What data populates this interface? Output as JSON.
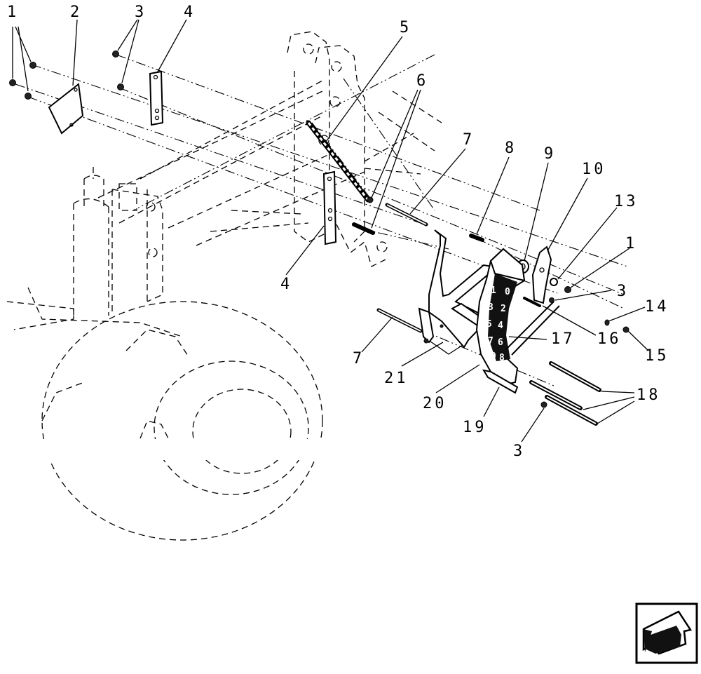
{
  "callouts": [
    {
      "id": "c1a",
      "label": "1"
    },
    {
      "id": "c2",
      "label": "2"
    },
    {
      "id": "c3a",
      "label": "3"
    },
    {
      "id": "c4a",
      "label": "4"
    },
    {
      "id": "c5",
      "label": "5"
    },
    {
      "id": "c6",
      "label": "6"
    },
    {
      "id": "c7a",
      "label": "7"
    },
    {
      "id": "c8",
      "label": "8"
    },
    {
      "id": "c9",
      "label": "9"
    },
    {
      "id": "c10",
      "label": "10"
    },
    {
      "id": "c13",
      "label": "13"
    },
    {
      "id": "c1b",
      "label": "1"
    },
    {
      "id": "c3b",
      "label": "3"
    },
    {
      "id": "c14",
      "label": "14"
    },
    {
      "id": "c15",
      "label": "15"
    },
    {
      "id": "c4b",
      "label": "4"
    },
    {
      "id": "c7b",
      "label": "7"
    },
    {
      "id": "c17",
      "label": "17"
    },
    {
      "id": "c16",
      "label": "16"
    },
    {
      "id": "c21",
      "label": "21"
    },
    {
      "id": "c20",
      "label": "20"
    },
    {
      "id": "c19",
      "label": "19"
    },
    {
      "id": "c18",
      "label": "18"
    },
    {
      "id": "c3c",
      "label": "3"
    }
  ],
  "scale_numbers": [
    "1",
    "0",
    "3",
    "2",
    "5",
    "4",
    "7",
    "6",
    "9",
    "8"
  ],
  "nav": {
    "icon": "back-arrow-icon"
  }
}
